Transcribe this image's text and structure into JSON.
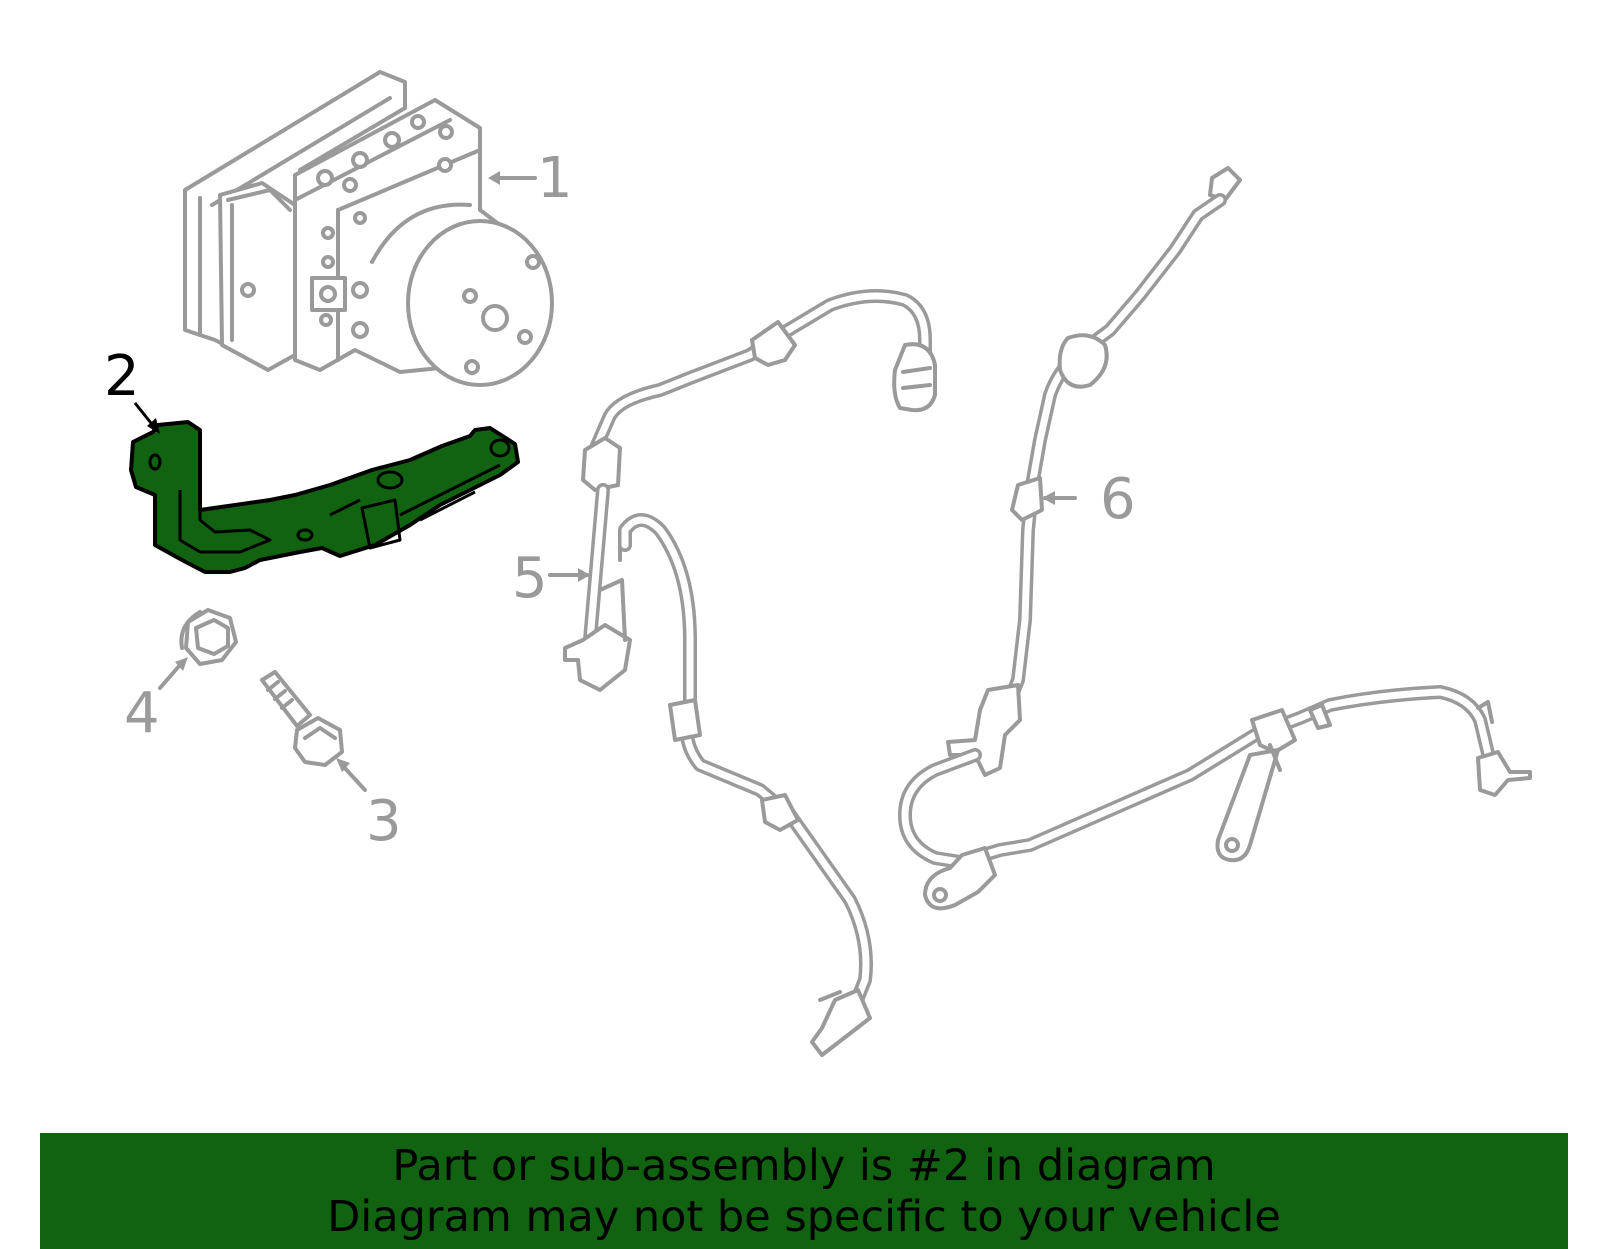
{
  "diagram": {
    "callouts": [
      {
        "id": "1",
        "label": "1"
      },
      {
        "id": "2",
        "label": "2"
      },
      {
        "id": "3",
        "label": "3"
      },
      {
        "id": "4",
        "label": "4"
      },
      {
        "id": "5",
        "label": "5"
      },
      {
        "id": "6",
        "label": "6"
      }
    ],
    "highlighted_part": "2",
    "colors": {
      "highlight": "#116211",
      "line_art": "#9a9a9a",
      "banner_bg": "#116211",
      "highlight_label": "#000000"
    }
  },
  "banner": {
    "line1": "Part or sub-assembly is #2 in diagram",
    "line2": "Diagram may not be specific to your vehicle"
  }
}
